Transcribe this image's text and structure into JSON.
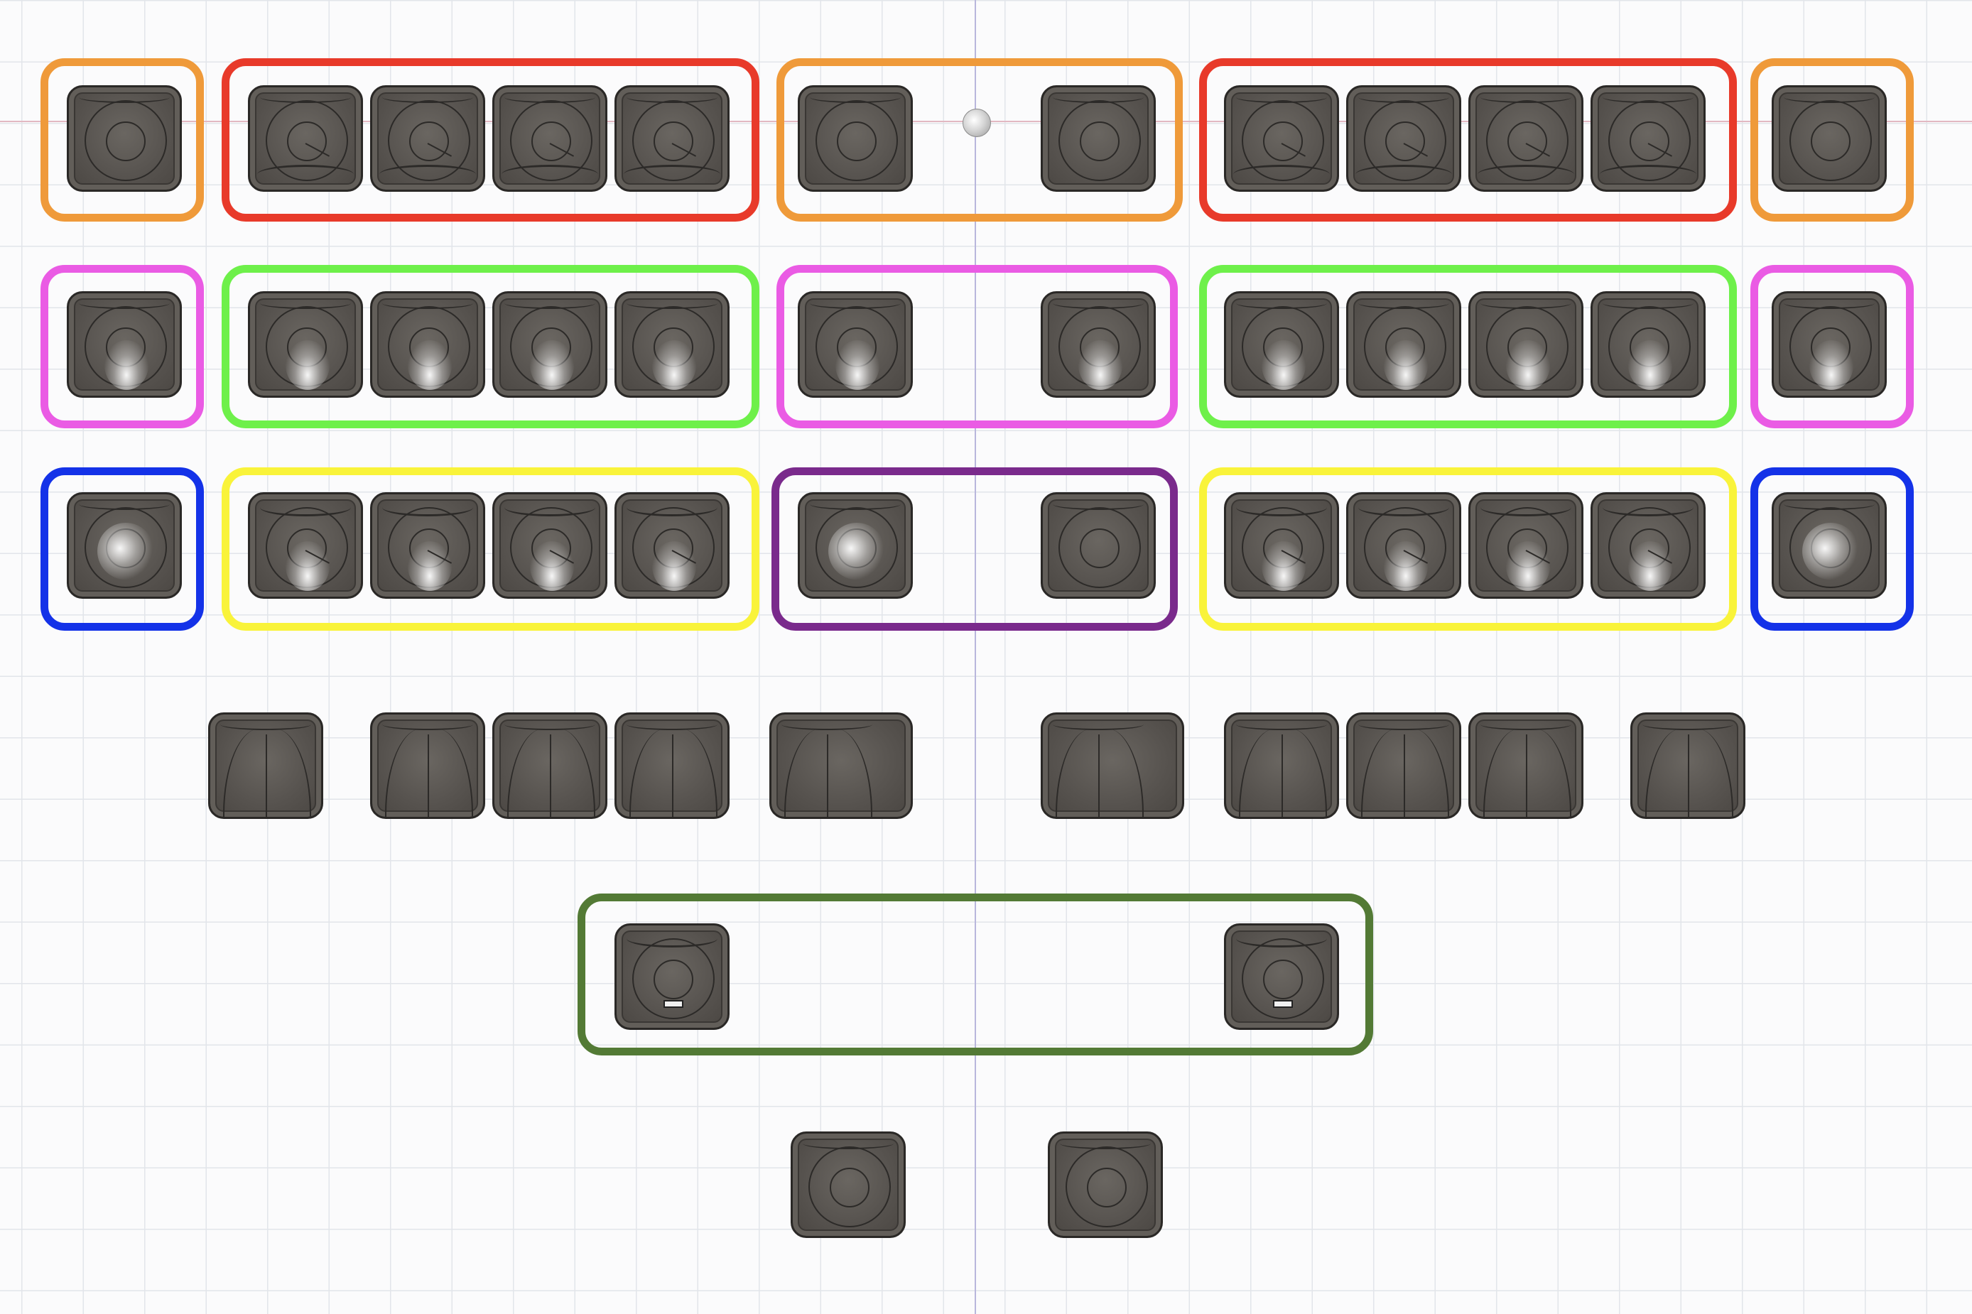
{
  "viewport": {
    "background": "#fbfbfc",
    "grid_color": "#e2e5ea",
    "origin_marker": "origin-sphere-icon"
  },
  "group_colors": {
    "orange": "#ef9a3a",
    "red": "#e83a2a",
    "magenta": "#ea5be4",
    "green": "#6ef04a",
    "blue": "#1432e8",
    "yellow": "#f9f33a",
    "purple": "#7a2a8c",
    "olive": "#537a35"
  },
  "rows": [
    {
      "name": "row-1",
      "groups": [
        "orange",
        "red",
        "orange",
        "red",
        "orange"
      ],
      "key_count": 13
    },
    {
      "name": "row-2",
      "groups": [
        "magenta",
        "green",
        "magenta",
        "green",
        "magenta"
      ],
      "key_count": 13
    },
    {
      "name": "row-3",
      "groups": [
        "blue",
        "yellow",
        "purple",
        "yellow",
        "blue"
      ],
      "key_count": 13
    },
    {
      "name": "row-4",
      "groups": [],
      "key_count": 12
    },
    {
      "name": "thumb-row",
      "groups": [
        "olive"
      ],
      "key_count": 2
    },
    {
      "name": "bottom-row",
      "groups": [],
      "key_count": 2
    }
  ]
}
